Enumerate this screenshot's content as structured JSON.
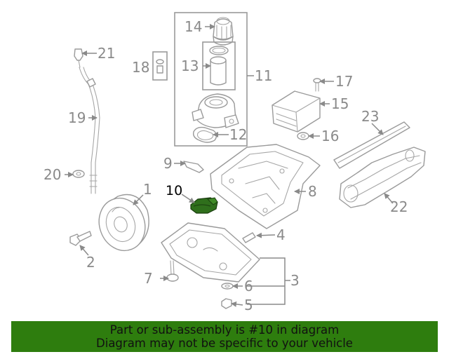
{
  "diagram": {
    "labels": {
      "l1": "1",
      "l2": "2",
      "l3": "3",
      "l4": "4",
      "l5": "5",
      "l6": "6",
      "l7": "7",
      "l8": "8",
      "l9": "9",
      "l10": "10",
      "l11": "11",
      "l12": "12",
      "l13": "13",
      "l14": "14",
      "l15": "15",
      "l16": "16",
      "l17": "17",
      "l18": "18",
      "l19": "19",
      "l20": "20",
      "l21": "21",
      "l22": "22",
      "l23": "23"
    },
    "highlighted_part": "10",
    "highlight_color": "#2f6f1c",
    "line_color": "#9a9a9a"
  },
  "banner": {
    "line1": "Part or sub-assembly is #10 in diagram",
    "line2": "Diagram may not be specific to your vehicle",
    "background": "#2e7d0e"
  }
}
